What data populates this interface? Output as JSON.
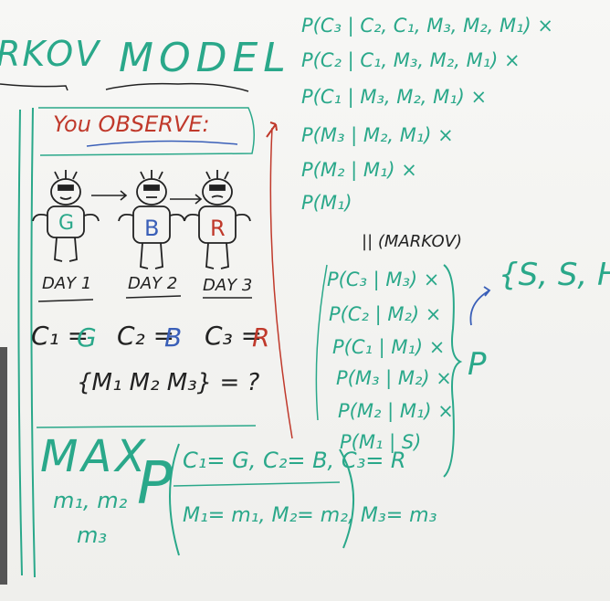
{
  "header": {
    "markov_fragment": "RKOV",
    "model": "MODEL",
    "you_observe": "You OBSERVE:"
  },
  "robots": [
    {
      "letter": "G",
      "day": "DAY 1",
      "color": "#2aa88a"
    },
    {
      "letter": "B",
      "day": "DAY 2",
      "color": "#3a5fb8"
    },
    {
      "letter": "R",
      "day": "DAY 3",
      "color": "#c0392b"
    }
  ],
  "observations": {
    "c1_label": "C₁ =",
    "c1_value": "G",
    "c2_label": "C₂ =",
    "c2_value": "B",
    "c3_label": "C₃ =",
    "c3_value": "R",
    "unknowns": "{M₁ M₂ M₃} = ?"
  },
  "max_block": {
    "max": "MAX",
    "vars_line1": "m₁, m₂",
    "vars_line2": "m₃",
    "p": "P",
    "cond_top": "C₁= G, C₂= B, C₃= R",
    "cond_bottom": "M₁= m₁, M₂= m₂, M₃= m₃"
  },
  "chain_rule": [
    "P(C₃ | C₂, C₁, M₃, M₂, M₁) ×",
    "P(C₂ | C₁, M₃, M₂, M₁) ×",
    "P(C₁ | M₃, M₂, M₁) ×",
    "P(M₃ | M₂, M₁) ×",
    "P(M₂ | M₁) ×",
    "P(M₁)"
  ],
  "markov_label": "|| (MARKOV)",
  "markov_terms": [
    "P(C₃ | M₃) ×",
    "P(C₂ | M₂) ×",
    "P(C₁ | M₁) ×",
    "P(M₃ | M₂) ×",
    "P(M₂ | M₁) ×",
    "P(M₁ | S)"
  ],
  "result_p": "P",
  "result_set": "{S, S, H}",
  "colors": {
    "green": "#2aa88a",
    "blue": "#3a5fb8",
    "red": "#c0392b",
    "black": "#222222"
  }
}
